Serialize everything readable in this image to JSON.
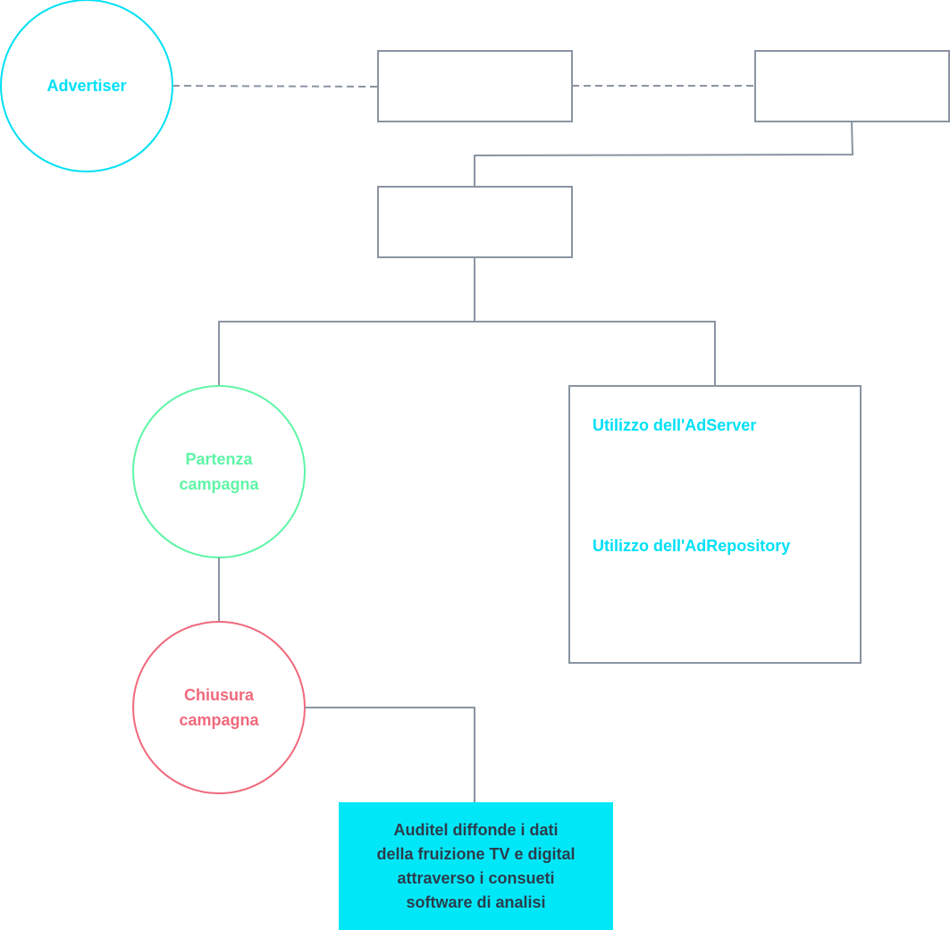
{
  "colors": {
    "line": "#8a94a2",
    "advertiser": "#00e0f5",
    "start": "#5ff5a6",
    "end": "#f0697c",
    "box_label": "#00e0f5",
    "output_fill": "#00e8f8",
    "output_text": "#2b3d4c"
  },
  "nodes": {
    "advertiser": "Advertiser",
    "start_campaign": "Partenza\ncampagna",
    "end_campaign": "Chiusura\ncampagna"
  },
  "tools_box": {
    "items": [
      "Utilizzo dell'AdServer",
      "Utilizzo dell'AdRepository"
    ]
  },
  "output": {
    "text": "Auditel diffonde i dati\ndella fruizione TV e digital\nattraverso i consueti\nsoftware di analisi"
  }
}
